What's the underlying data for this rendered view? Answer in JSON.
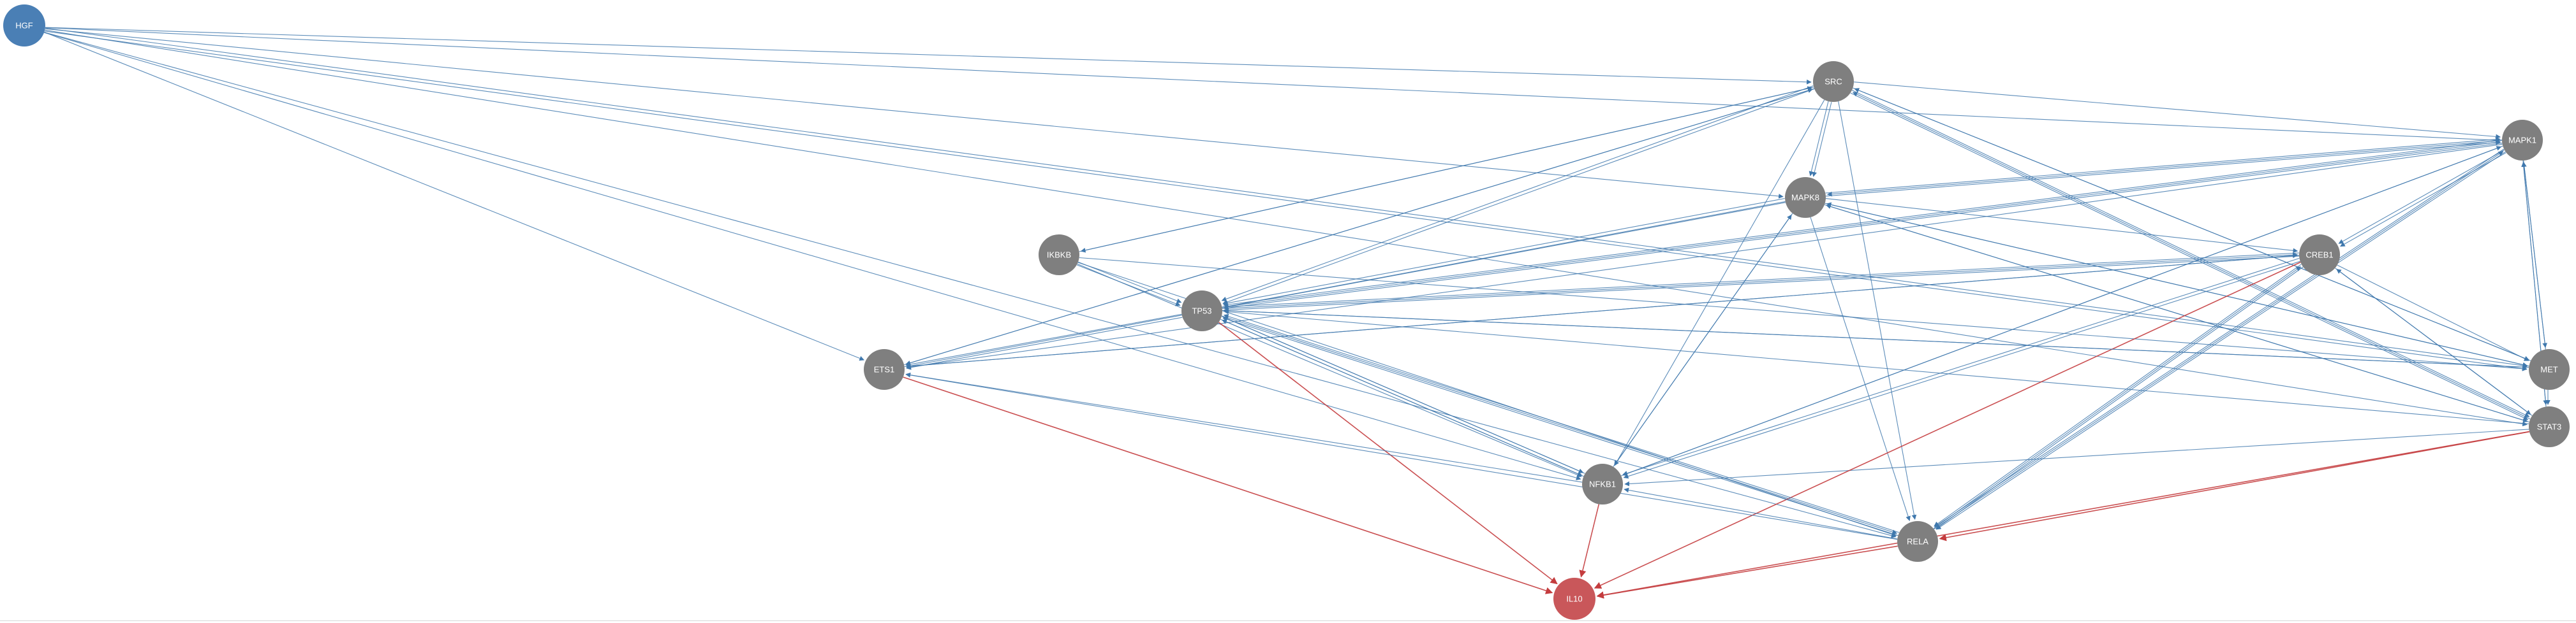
{
  "colors": {
    "source_node": "#4a7fb5",
    "target_node": "#c9575a",
    "intermediate_node": "#7f7f7f",
    "activation_edge": "#3f78ad",
    "inhibition_edge": "#c43c3e"
  },
  "nodes": [
    {
      "id": "HGF",
      "label": "HGF",
      "role": "source"
    },
    {
      "id": "SRC",
      "label": "SRC",
      "role": "intermediate"
    },
    {
      "id": "MAPK1",
      "label": "MAPK1",
      "role": "intermediate"
    },
    {
      "id": "MAPK8",
      "label": "MAPK8",
      "role": "intermediate"
    },
    {
      "id": "IKBKB",
      "label": "IKBKB",
      "role": "intermediate"
    },
    {
      "id": "CREB1",
      "label": "CREB1",
      "role": "intermediate"
    },
    {
      "id": "TP53",
      "label": "TP53",
      "role": "intermediate"
    },
    {
      "id": "ETS1",
      "label": "ETS1",
      "role": "intermediate"
    },
    {
      "id": "MET",
      "label": "MET",
      "role": "intermediate"
    },
    {
      "id": "STAT3",
      "label": "STAT3",
      "role": "intermediate"
    },
    {
      "id": "NFKB1",
      "label": "NFKB1",
      "role": "intermediate"
    },
    {
      "id": "RELA",
      "label": "RELA",
      "role": "intermediate"
    },
    {
      "id": "IL10",
      "label": "IL10",
      "role": "target"
    }
  ],
  "edges": [
    {
      "source": "HGF",
      "target": "SRC",
      "sign": "activation"
    },
    {
      "source": "HGF",
      "target": "MAPK1",
      "sign": "activation"
    },
    {
      "source": "HGF",
      "target": "MAPK8",
      "sign": "activation"
    },
    {
      "source": "HGF",
      "target": "ETS1",
      "sign": "activation"
    },
    {
      "source": "HGF",
      "target": "MET",
      "sign": "activation"
    },
    {
      "source": "HGF",
      "target": "MET",
      "sign": "activation"
    },
    {
      "source": "HGF",
      "target": "NFKB1",
      "sign": "activation"
    },
    {
      "source": "HGF",
      "target": "STAT3",
      "sign": "activation"
    },
    {
      "source": "HGF",
      "target": "RELA",
      "sign": "activation"
    },
    {
      "source": "SRC",
      "target": "MAPK1",
      "sign": "activation"
    },
    {
      "source": "SRC",
      "target": "MAPK8",
      "sign": "activation"
    },
    {
      "source": "SRC",
      "target": "MAPK8",
      "sign": "activation"
    },
    {
      "source": "SRC",
      "target": "IKBKB",
      "sign": "activation"
    },
    {
      "source": "SRC",
      "target": "TP53",
      "sign": "activation"
    },
    {
      "source": "SRC",
      "target": "TP53",
      "sign": "activation"
    },
    {
      "source": "SRC",
      "target": "ETS1",
      "sign": "activation"
    },
    {
      "source": "SRC",
      "target": "NFKB1",
      "sign": "activation"
    },
    {
      "source": "SRC",
      "target": "RELA",
      "sign": "activation"
    },
    {
      "source": "SRC",
      "target": "MET",
      "sign": "activation"
    },
    {
      "source": "SRC",
      "target": "STAT3",
      "sign": "activation"
    },
    {
      "source": "SRC",
      "target": "STAT3",
      "sign": "activation"
    },
    {
      "source": "IKBKB",
      "target": "SRC",
      "sign": "activation"
    },
    {
      "source": "IKBKB",
      "target": "TP53",
      "sign": "activation"
    },
    {
      "source": "IKBKB",
      "target": "TP53",
      "sign": "activation"
    },
    {
      "source": "IKBKB",
      "target": "MET",
      "sign": "activation"
    },
    {
      "source": "IKBKB",
      "target": "NFKB1",
      "sign": "activation"
    },
    {
      "source": "IKBKB",
      "target": "RELA",
      "sign": "activation"
    },
    {
      "source": "MAPK8",
      "target": "MAPK1",
      "sign": "activation"
    },
    {
      "source": "MAPK8",
      "target": "MAPK1",
      "sign": "activation"
    },
    {
      "source": "MAPK8",
      "target": "TP53",
      "sign": "activation"
    },
    {
      "source": "MAPK8",
      "target": "TP53",
      "sign": "activation"
    },
    {
      "source": "MAPK8",
      "target": "ETS1",
      "sign": "activation"
    },
    {
      "source": "MAPK8",
      "target": "CREB1",
      "sign": "activation"
    },
    {
      "source": "MAPK8",
      "target": "MET",
      "sign": "activation"
    },
    {
      "source": "MAPK8",
      "target": "STAT3",
      "sign": "activation"
    },
    {
      "source": "MAPK8",
      "target": "RELA",
      "sign": "activation"
    },
    {
      "source": "MAPK8",
      "target": "NFKB1",
      "sign": "activation"
    },
    {
      "source": "MAPK1",
      "target": "TP53",
      "sign": "activation"
    },
    {
      "source": "MAPK1",
      "target": "TP53",
      "sign": "activation"
    },
    {
      "source": "MAPK1",
      "target": "MAPK8",
      "sign": "activation"
    },
    {
      "source": "MAPK1",
      "target": "CREB1",
      "sign": "activation"
    },
    {
      "source": "MAPK1",
      "target": "CREB1",
      "sign": "activation"
    },
    {
      "source": "MAPK1",
      "target": "ETS1",
      "sign": "activation"
    },
    {
      "source": "MAPK1",
      "target": "NFKB1",
      "sign": "activation"
    },
    {
      "source": "MAPK1",
      "target": "RELA",
      "sign": "activation"
    },
    {
      "source": "MAPK1",
      "target": "RELA",
      "sign": "activation"
    },
    {
      "source": "MAPK1",
      "target": "MET",
      "sign": "activation"
    },
    {
      "source": "MAPK1",
      "target": "STAT3",
      "sign": "activation"
    },
    {
      "source": "MET",
      "target": "MAPK1",
      "sign": "activation"
    },
    {
      "source": "MET",
      "target": "SRC",
      "sign": "activation"
    },
    {
      "source": "MET",
      "target": "MAPK8",
      "sign": "activation"
    },
    {
      "source": "MET",
      "target": "TP53",
      "sign": "activation"
    },
    {
      "source": "MET",
      "target": "STAT3",
      "sign": "activation"
    },
    {
      "source": "STAT3",
      "target": "MAPK1",
      "sign": "activation"
    },
    {
      "source": "STAT3",
      "target": "SRC",
      "sign": "activation"
    },
    {
      "source": "STAT3",
      "target": "MAPK8",
      "sign": "activation"
    },
    {
      "source": "STAT3",
      "target": "CREB1",
      "sign": "activation"
    },
    {
      "source": "STAT3",
      "target": "TP53",
      "sign": "activation"
    },
    {
      "source": "STAT3",
      "target": "NFKB1",
      "sign": "activation"
    },
    {
      "source": "STAT3",
      "target": "RELA",
      "sign": "inhibition"
    },
    {
      "source": "STAT3",
      "target": "IL10",
      "sign": "inhibition"
    },
    {
      "source": "CREB1",
      "target": "TP53",
      "sign": "activation"
    },
    {
      "source": "CREB1",
      "target": "TP53",
      "sign": "activation"
    },
    {
      "source": "CREB1",
      "target": "ETS1",
      "sign": "activation"
    },
    {
      "source": "CREB1",
      "target": "NFKB1",
      "sign": "activation"
    },
    {
      "source": "CREB1",
      "target": "NFKB1",
      "sign": "activation"
    },
    {
      "source": "CREB1",
      "target": "RELA",
      "sign": "activation"
    },
    {
      "source": "CREB1",
      "target": "RELA",
      "sign": "activation"
    },
    {
      "source": "CREB1",
      "target": "MET",
      "sign": "activation"
    },
    {
      "source": "CREB1",
      "target": "STAT3",
      "sign": "activation"
    },
    {
      "source": "CREB1",
      "target": "IL10",
      "sign": "inhibition"
    },
    {
      "source": "TP53",
      "target": "ETS1",
      "sign": "activation"
    },
    {
      "source": "TP53",
      "target": "ETS1",
      "sign": "activation"
    },
    {
      "source": "TP53",
      "target": "NFKB1",
      "sign": "activation"
    },
    {
      "source": "TP53",
      "target": "NFKB1",
      "sign": "activation"
    },
    {
      "source": "TP53",
      "target": "RELA",
      "sign": "activation"
    },
    {
      "source": "TP53",
      "target": "IL10",
      "sign": "inhibition"
    },
    {
      "source": "NFKB1",
      "target": "TP53",
      "sign": "activation"
    },
    {
      "source": "NFKB1",
      "target": "TP53",
      "sign": "activation"
    },
    {
      "source": "NFKB1",
      "target": "ETS1",
      "sign": "activation"
    },
    {
      "source": "NFKB1",
      "target": "MAPK8",
      "sign": "activation"
    },
    {
      "source": "NFKB1",
      "target": "MAPK1",
      "sign": "activation"
    },
    {
      "source": "NFKB1",
      "target": "IL10",
      "sign": "inhibition"
    },
    {
      "source": "RELA",
      "target": "TP53",
      "sign": "activation"
    },
    {
      "source": "RELA",
      "target": "TP53",
      "sign": "activation"
    },
    {
      "source": "RELA",
      "target": "NFKB1",
      "sign": "activation"
    },
    {
      "source": "RELA",
      "target": "ETS1",
      "sign": "activation"
    },
    {
      "source": "RELA",
      "target": "IL10",
      "sign": "inhibition"
    },
    {
      "source": "RELA",
      "target": "CREB1",
      "sign": "activation"
    },
    {
      "source": "RELA",
      "target": "MAPK1",
      "sign": "activation"
    },
    {
      "source": "ETS1",
      "target": "SRC",
      "sign": "activation"
    },
    {
      "source": "ETS1",
      "target": "CREB1",
      "sign": "activation"
    },
    {
      "source": "ETS1",
      "target": "IL10",
      "sign": "inhibition"
    },
    {
      "source": "TP53",
      "target": "CREB1",
      "sign": "activation"
    },
    {
      "source": "TP53",
      "target": "MAPK1",
      "sign": "activation"
    },
    {
      "source": "TP53",
      "target": "MET",
      "sign": "activation"
    }
  ]
}
